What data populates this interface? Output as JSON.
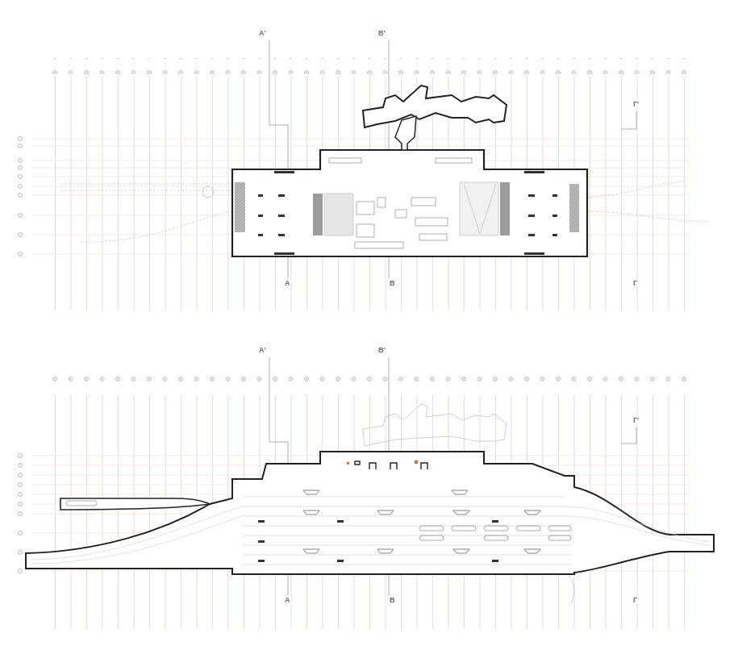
{
  "diagram": {
    "labels": [
      "А'",
      "В'",
      "Г'",
      "А",
      "В",
      "Г",
      "А'",
      "В'",
      "Г'",
      "А",
      "В",
      "Г"
    ]
  }
}
